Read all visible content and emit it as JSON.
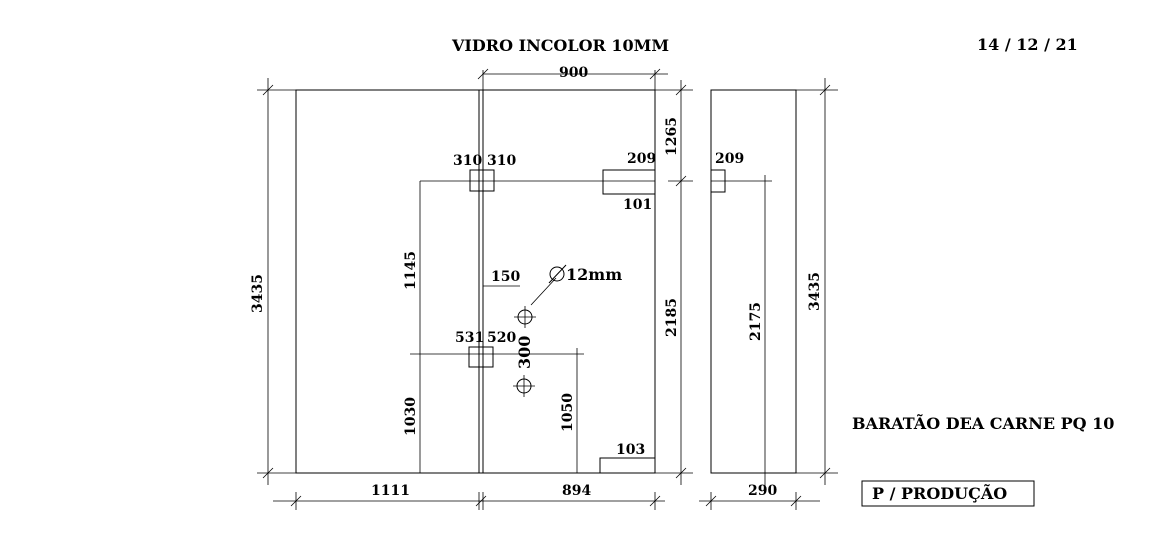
{
  "header": {
    "title": "VIDRO INCOLOR 10MM",
    "date": "14 / 12 / 21"
  },
  "client": "BARATÃO DEA CARNE PQ 10",
  "stamp": "P / PRODUÇÃO",
  "hole": {
    "label": "12mm",
    "symbol": "∅"
  },
  "dimensions": {
    "top_width": "900",
    "left_height": "3435",
    "right_height_front": "1265",
    "right_height_lower": "2185",
    "bottom_left": "1111",
    "bottom_right": "894",
    "notch_top_left_a": "310",
    "notch_top_left_b": "310",
    "notch_top_right": "209",
    "notch_top_right_below": "101",
    "height_1145": "1145",
    "hole_offset": "150",
    "notch_mid_a": "531",
    "notch_mid_b": "520",
    "hole_spacing": "300",
    "height_1030": "1030",
    "height_1050": "1050",
    "notch_bottom_right": "103",
    "side_notch": "209",
    "side_height_inner": "2175",
    "side_height": "3435",
    "side_width": "290"
  }
}
